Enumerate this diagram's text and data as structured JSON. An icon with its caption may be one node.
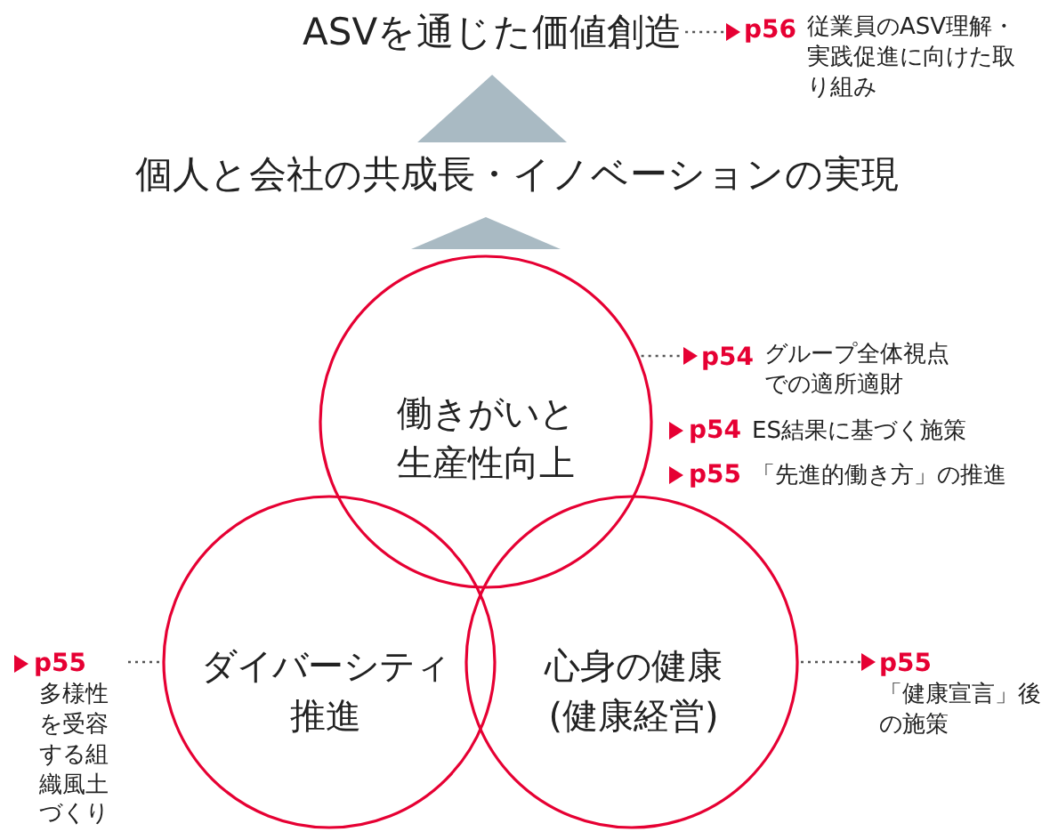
{
  "diagram": {
    "nodes": [
      {
        "text": [
          "ASVを通じた価値創造"
        ]
      },
      {
        "text": [
          "p56",
          "従業員のASV理解・実践促進に向けた取り組み"
        ]
      },
      {
        "text": [
          "個人と会社の共成長・イノベーションの実現"
        ]
      },
      {
        "text": [
          "働きがいと生産性向上"
        ]
      },
      {
        "text": [
          "p54",
          "グループ全体視点での適所適財"
        ]
      },
      {
        "text": [
          "p54",
          "ES結果に基づく施策"
        ]
      },
      {
        "text": [
          "p55",
          "「先進的働き方」の推進"
        ]
      },
      {
        "text": [
          "ダイバーシティ推進"
        ]
      },
      {
        "text": [
          "p55",
          "多様性を受容する組織風土づくり"
        ]
      },
      {
        "text": [
          "心身の健康(健康経営)"
        ]
      },
      {
        "text": [
          "p55",
          "「健康宣言」後の施策"
        ]
      }
    ],
    "edges": [
      {
        "from": 0,
        "to": 1,
        "arrow": "to",
        "style": "dashed"
      },
      {
        "from": 2,
        "to": 0,
        "arrow": "to",
        "style": "thick",
        "color": "#a9bac3"
      },
      {
        "from": 3,
        "to": 2,
        "arrow": "to",
        "style": "thick",
        "color": "#a9bac3"
      },
      {
        "from": 3,
        "to": 4,
        "arrow": "to",
        "style": "dashed"
      },
      {
        "from": 8,
        "to": 7,
        "arrow": "none",
        "style": "dashed"
      },
      {
        "from": 9,
        "to": 10,
        "arrow": "to",
        "style": "dashed"
      }
    ]
  }
}
